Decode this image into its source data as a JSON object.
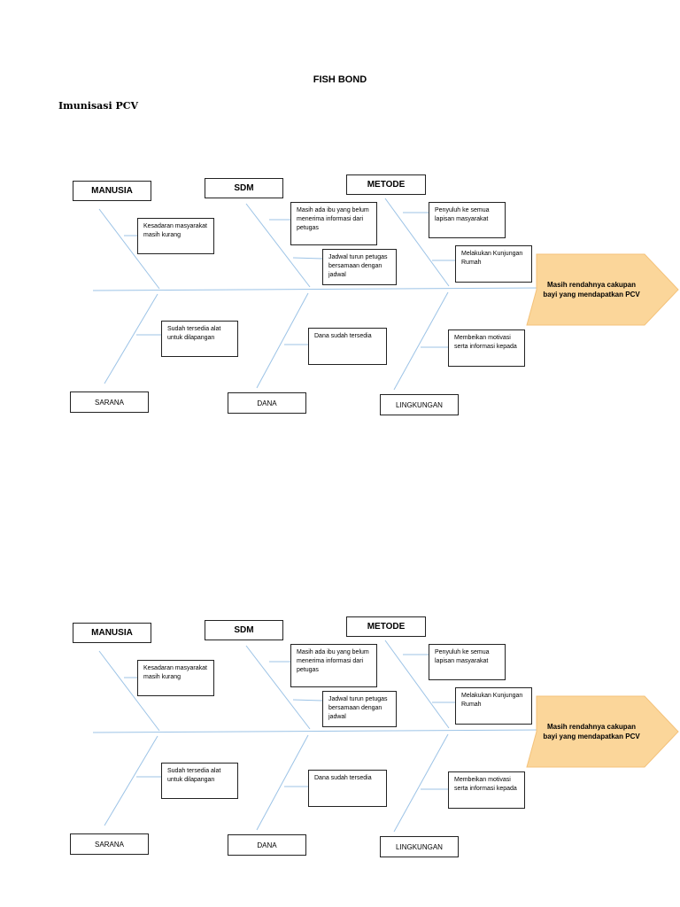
{
  "document": {
    "title": "FISH BOND",
    "subtitle": "Imunisasi PCV"
  },
  "fishbone": {
    "problem": "Masih rendahnya cakupan bayi yang mendapatkan PCV",
    "categories": {
      "manusia": "MANUSIA",
      "sdm": "SDM",
      "metode": "METODE",
      "sarana": "SARANA",
      "dana": "DANA",
      "lingkungan": "LINGKUNGAN"
    },
    "causes": {
      "kesadaran": "Kesadaran masyarakat masih kurang",
      "masih_ada_ibu": "Masih ada ibu yang belum menerima informasi dari petugas",
      "jadwal_turun": "Jadwal turun petugas bersamaan dengan jadwal",
      "penyuluhan": "Penyuluh ke semua lapisan masyarakat",
      "kunjungan": "Melakukan Kunjungan Rumah",
      "sarana": "Sudah tersedia alat untuk dilapangan",
      "dana": "Dana sudah tersedia",
      "motivasi": "Membeikan motivasi serta informasi kepada"
    },
    "colors": {
      "line": "#9cc3e6",
      "problem_fill": "#fbd69a",
      "problem_stroke": "#f4c27a",
      "box_border": "#222222"
    }
  }
}
